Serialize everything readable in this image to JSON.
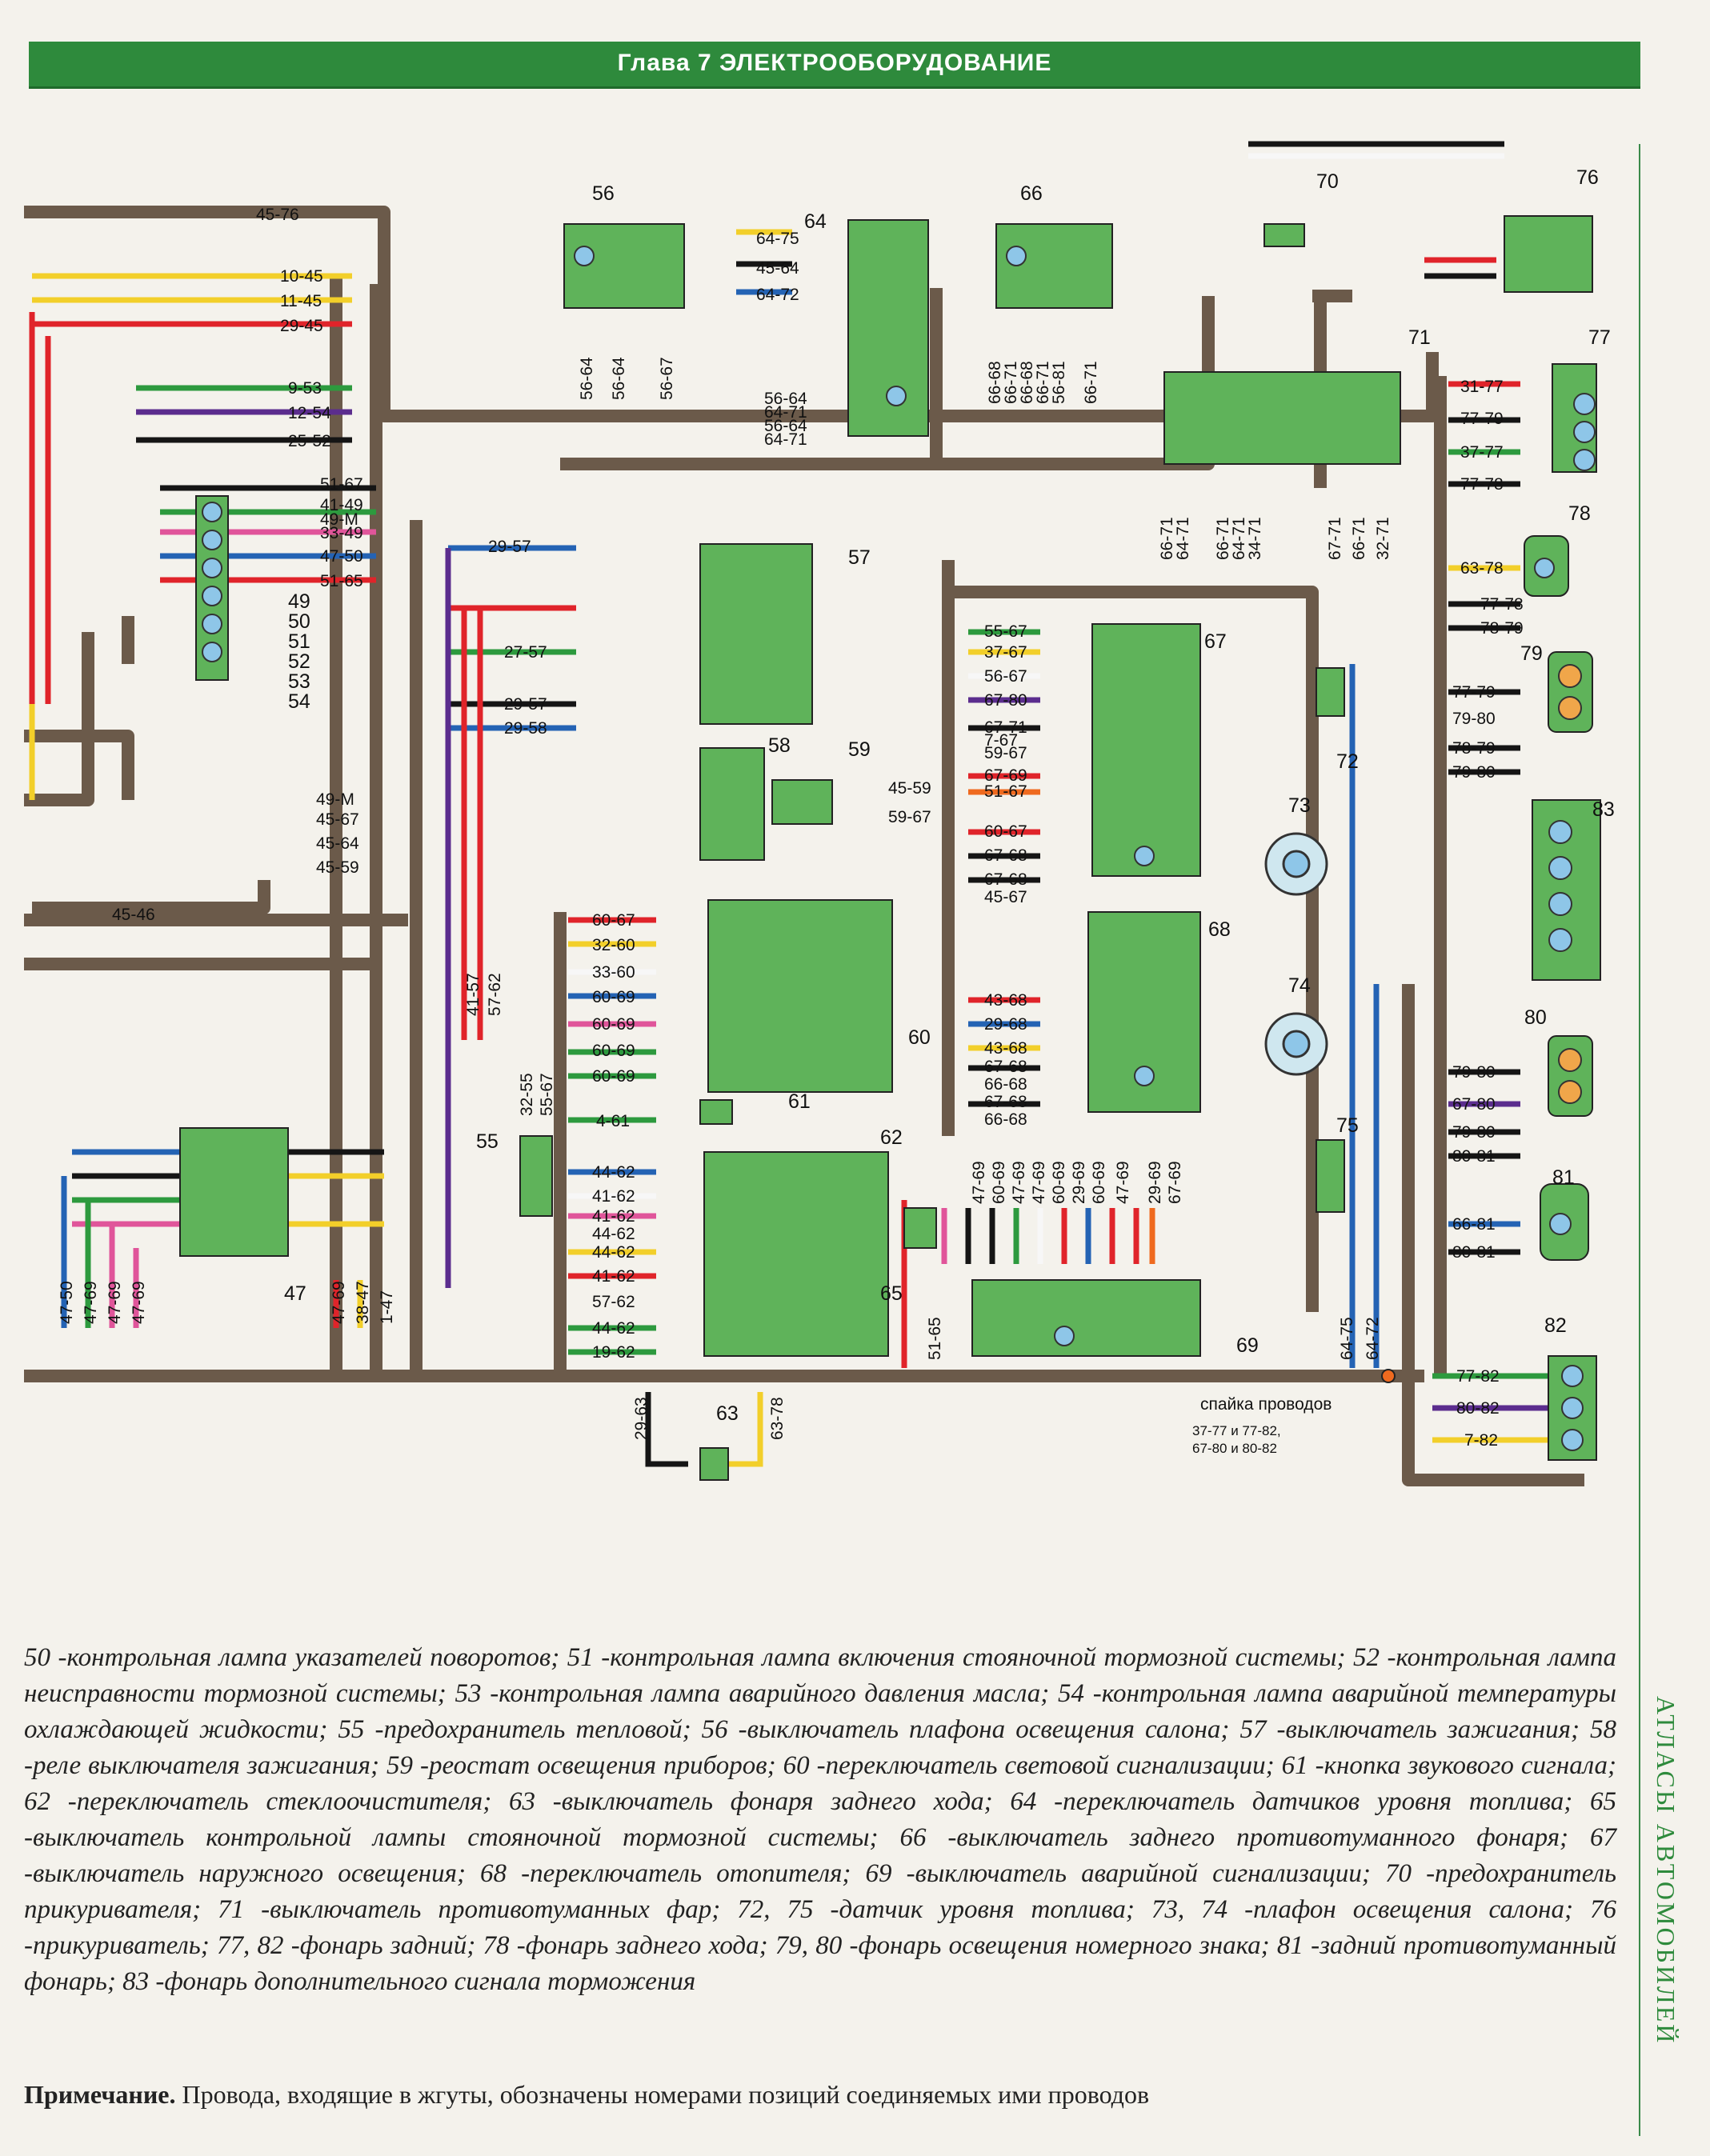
{
  "header": {
    "title": "Глава 7 ЭЛЕКТРООБОРУДОВАНИЕ"
  },
  "side_label": "АТЛАСЫ АВТОМОБИЛЕЙ",
  "components": {
    "c47": "47",
    "c49": "49",
    "c50": "50",
    "c51": "51",
    "c52": "52",
    "c53": "53",
    "c54": "54",
    "c55": "55",
    "c56": "56",
    "c57": "57",
    "c58": "58",
    "c59": "59",
    "c60": "60",
    "c61": "61",
    "c62": "62",
    "c63": "63",
    "c64": "64",
    "c65": "65",
    "c66": "66",
    "c67": "67",
    "c68": "68",
    "c69": "69",
    "c70": "70",
    "c71": "71",
    "c72": "72",
    "c73": "73",
    "c74": "74",
    "c75": "75",
    "c76": "76",
    "c77": "77",
    "c78": "78",
    "c79": "79",
    "c80": "80",
    "c81": "81",
    "c82": "82",
    "c83": "83"
  },
  "wires": {
    "w45_76": "45-76",
    "w10_45": "10-45",
    "w11_45": "11-45",
    "w29_45": "29-45",
    "w9_53": "9-53",
    "w12_54": "12-54",
    "w25_52": "25-52",
    "w51_67": "51-67",
    "w41_49": "41-49",
    "w49_m_a": "49-М",
    "w33_49": "33-49",
    "w47_50": "47-50",
    "w51_65": "51-65",
    "w49_m_b": "49-М",
    "w45_67": "45-67",
    "w45_64": "45-64",
    "w45_59": "45-59",
    "w45_46": "45-46",
    "w29_57": "29-57",
    "w27_57": "27-57",
    "w29_57b": "29-57",
    "w29_58": "29-58",
    "w41_57": "41-57",
    "w57_62": "57-62",
    "w32_55": "32-55",
    "w55_67": "55-67",
    "w56_64a": "56-64",
    "w56_64b": "56-64",
    "w56_67": "56-67",
    "w64_75": "64-75",
    "w45_64b": "45-64",
    "w64_72": "64-72",
    "w56_64c": "56-64",
    "w64_71a": "64-71",
    "w56_64d": "56-64",
    "w64_71b": "64-71",
    "w66_68": "66-68",
    "w66_71a": "66-71",
    "w66_68b": "66-68",
    "w66_71b": "66-71",
    "w56_81": "56-81",
    "w66_71c": "66-71",
    "w66_71d": "66-71",
    "w64_71c": "64-71",
    "w66_71e": "66-71",
    "w64_71d": "64-71",
    "w34_71": "34-71",
    "w67_71": "67-71",
    "w66_71f": "66-71",
    "w32_71": "32-71",
    "w31_77": "31-77",
    "w77_79": "77-79",
    "w37_77": "37-77",
    "w77_78": "77-78",
    "w63_78": "63-78",
    "w77_78b": "77-78",
    "w78_79": "78-79",
    "w77_79b": "77-79",
    "w79_80": "79-80",
    "w78_79b": "78-79",
    "w79_80b": "79-80",
    "w45_59b": "45-59",
    "w59_67": "59-67",
    "w55_67b": "55-67",
    "w37_67": "37-67",
    "w56_67b": "56-67",
    "w67_80": "67-80",
    "w67_71b": "67-71",
    "w7_67": "7-67",
    "w59_67b": "59-67",
    "w67_69": "67-69",
    "w51_67b": "51-67",
    "w60_67": "60-67",
    "w67_68": "67-68",
    "w67_68b": "67-68",
    "w45_67b": "45-67",
    "w60_67b": "60-67",
    "w32_60": "32-60",
    "w33_60": "33-60",
    "w60_69a": "60-69",
    "w60_69b": "60-69",
    "w60_69c": "60-69",
    "w60_69d": "60-69",
    "w4_61": "4-61",
    "w44_62": "44-62",
    "w41_62": "41-62",
    "w41_62b": "41-62",
    "w44_62b": "44-62",
    "w44_62c": "44-62",
    "w41_62c": "41-62",
    "w57_62b": "57-62",
    "w44_62d": "44-62",
    "w19_62": "19-62",
    "w43_68": "43-68",
    "w29_68": "29-68",
    "w43_68b": "43-68",
    "w67_68c": "67-68",
    "w66_68c": "66-68",
    "w67_68d": "67-68",
    "w66_68d": "66-68",
    "w47_69": "47-69",
    "w60_69e": "60-69",
    "w47_69b": "47-69",
    "w47_69c": "47-69",
    "w60_69f": "60-69",
    "w29_69": "29-69",
    "w60_69g": "60-69",
    "w47_69d": "47-69",
    "w29_69b": "29-69",
    "w67_69b": "67-69",
    "w51_65b": "51-65",
    "w64_75b": "64-75",
    "w64_72b": "64-72",
    "w29_63": "29-63",
    "w63_78b": "63-78",
    "w79_80c": "79-80",
    "w67_80b": "67-80",
    "w79_80d": "79-80",
    "w80_81": "80-81",
    "w66_81": "66-81",
    "w80_81b": "80-81",
    "w77_82": "77-82",
    "w80_82": "80-82",
    "w7_82": "7-82",
    "w47_69e": "47-69",
    "w47_69f": "47-69",
    "w47_69g": "47-69",
    "w47_69h": "47-69",
    "w38_47": "38-47",
    "w1_47": "1-47"
  },
  "splice_note": {
    "line1": "спайка проводов",
    "line2": "37-77 и 77-82,",
    "line3": "67-80 и 80-82"
  },
  "legend_text": "50 -контрольная лампа указателей поворотов; 51 -контрольная лампа включения стояночной тормозной системы; 52 -контрольная лампа неисправности тормозной системы; 53 -контрольная лампа аварийного давления масла; 54 -контрольная лампа аварийной температуры охлаждающей жидкости; 55 -предохранитель тепловой; 56 -выключатель плафона освещения салона; 57 -выключатель зажигания; 58 -реле выключателя зажигания; 59 -реостат освещения приборов; 60 -переключатель световой сигнализации; 61 -кнопка звукового сигнала; 62 -переключатель стеклоочистителя; 63 -выключатель фонаря заднего хода; 64 -переключатель датчиков уровня топлива; 65 -выключатель контрольной лампы стояночной тормозной системы; 66 -выключатель заднего противотуманного фонаря; 67 -выключатель наружного освещения; 68 -переключатель отопителя; 69 -выключатель аварийной сигнализации; 70 -предохранитель прикуривателя; 71 -выключатель противотуманных фар; 72, 75 -датчик уровня топлива; 73, 74 -плафон освещения салона; 76 -прикуриватель; 77, 82 -фонарь задний; 78 -фонарь заднего хода; 79, 80 -фонарь освещения номерного знака; 81 -задний противотуманный фонарь; 83 -фонарь дополнительного сигнала торможения",
  "note": {
    "label": "Примечание.",
    "text": " Провода, входящие в жгуты, обозначены номерами позиций соединяемых ими проводов"
  },
  "colors": {
    "harness": "#6b5a4a",
    "block": "#5fb35a",
    "header": "#2e8a3c",
    "red": "#e0242a",
    "yellow": "#f2cf2a",
    "green": "#2d9a3e",
    "blue": "#2463b4",
    "violet": "#5b2d8e",
    "pink": "#e0559a",
    "black": "#151515",
    "white": "#f7f7f7",
    "orange": "#ef6a1f",
    "gray": "#8a8a8a"
  }
}
